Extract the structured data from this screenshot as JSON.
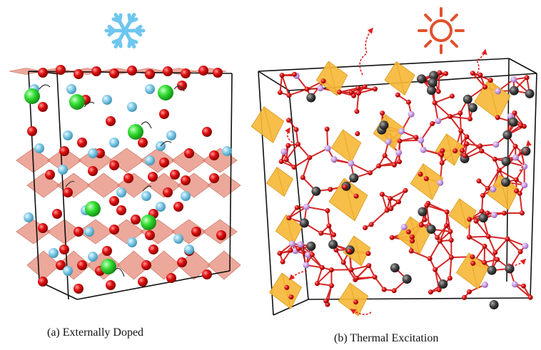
{
  "panels": [
    {
      "id": "a",
      "caption": "(a) Externally Doped",
      "indicator": "snowflake-icon"
    },
    {
      "id": "b",
      "caption": "(b) Thermal Excitation",
      "indicator": "sun-icon"
    }
  ],
  "colors": {
    "oxygen": "#e01010",
    "dopant": "#33dd33",
    "cation": "#7cc8e6",
    "plane": "#e58b7a",
    "polyhedron": "#f6b93a",
    "dark_atom": "#444444",
    "light_atom": "#c69ae0",
    "snowflake": "#6ec6ef",
    "sun": "#e0522e",
    "arrow": "#e02020",
    "frame": "#111111"
  }
}
